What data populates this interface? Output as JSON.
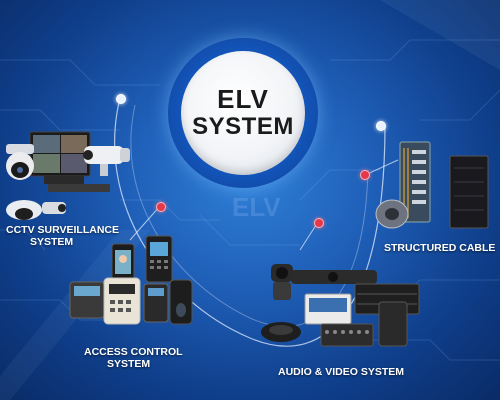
{
  "center": {
    "line1": "ELV",
    "line2": "SYSTEM"
  },
  "watermark": "ELV",
  "labels": {
    "cctv_line1": "CCTV SURVEILLANCE",
    "cctv_line2": "SYSTEM",
    "access_line1": "ACCESS CONTROL",
    "access_line2": "SYSTEM",
    "audio_video": "AUDIO & VIDEO SYSTEM",
    "structured": "STRUCTURED CABLE"
  },
  "colors": {
    "background": "#1f5fb8",
    "node_red": "#e4394a",
    "label_text": "#ffffff",
    "center_text": "#1b1b1b"
  },
  "icons": [
    "cctv-monitor-icon",
    "ptz-dome-camera-icon",
    "bullet-camera-icon",
    "dome-camera-icon",
    "access-terminal-icon",
    "face-recognition-terminal-icon",
    "fingerprint-reader-icon",
    "time-clock-icon",
    "ptz-conference-camera-icon",
    "video-bar-icon",
    "conference-speakerphone-icon",
    "mixer-console-icon",
    "amplifier-rack-icon",
    "loudspeaker-icon",
    "cable-rack-icon",
    "cable-reel-icon",
    "server-cabinet-icon"
  ]
}
